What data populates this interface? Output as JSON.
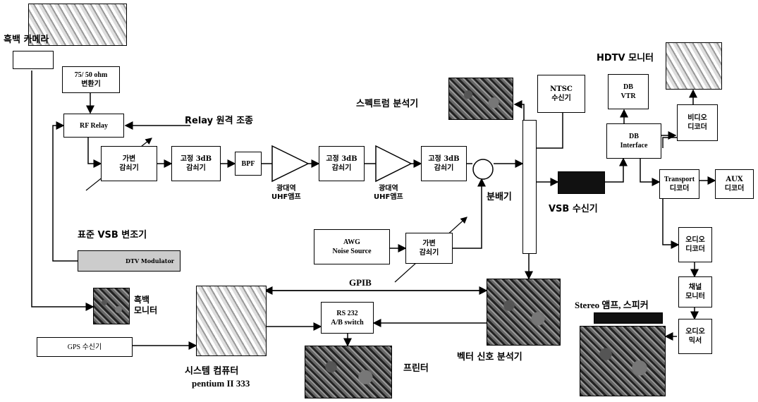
{
  "labels": {
    "bw_camera": "흑백 카메라",
    "hdtv_monitor": "HDTV 모니터",
    "spectrum_analyzer": "스펙트럼 분석기",
    "relay_control": "Relay 원격 조종",
    "std_vsb_modulator": "표준 VSB 변조기",
    "vsb_receiver": "VSB 수신기",
    "splitter": "분배기",
    "uhf_amp1": "광대역\nUHF앰프",
    "uhf_amp2": "광대역\nUHF앰프",
    "gpib": "GPIB",
    "vector_analyzer": "벡터 신호 분석기",
    "system_computer": "시스템 컴퓨터",
    "pentium": "pentium II 333",
    "printer": "프린터",
    "stereo": "Stereo 앰프, 스피커",
    "bw_monitor": "흑백\n모니터",
    "modulator_panel": "DTV Modulator"
  },
  "boxes": {
    "imp_conv": "75/ 50 ohm\n변환기",
    "rf_relay": "RF Relay",
    "var_att1": "가변\n감쇠기",
    "fixed_att1": "고정 3dB\n감쇠기",
    "bpf": "BPF",
    "fixed_att2": "고정 3dB\n감쇠기",
    "fixed_att3": "고정 3dB\n감쇠기",
    "ntsc_rx": "NTSC\n수신기",
    "db_vtr": "DB\nVTR",
    "db_interface": "DB\nInterface",
    "video_dec": "비디오\n디코더",
    "transport_dec": "Transport\n디코더",
    "aux_dec": "AUX\n디코더",
    "audio_dec": "오디오\n디코더",
    "channel_mon": "채널\n모니터",
    "audio_mixer": "오디오\n믹서",
    "awg": "AWG\nNoise Source",
    "var_att2": "가변\n감쇠기",
    "rs232": "RS 232\nA/B switch",
    "gps_rx": "GPS 수신기"
  }
}
